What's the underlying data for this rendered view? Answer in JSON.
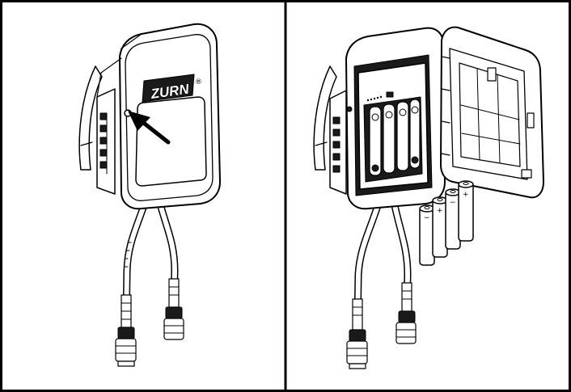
{
  "figure": {
    "panels": [
      {
        "id": "left",
        "description_role": "closed-housing"
      },
      {
        "id": "right",
        "description_role": "open-housing-with-batteries"
      }
    ],
    "logo_text": "ZURN",
    "logo_mark": "®",
    "battery_signs": {
      "plus": "+",
      "minus": "−"
    },
    "colors": {
      "line": "#000000",
      "background": "#ffffff"
    }
  }
}
